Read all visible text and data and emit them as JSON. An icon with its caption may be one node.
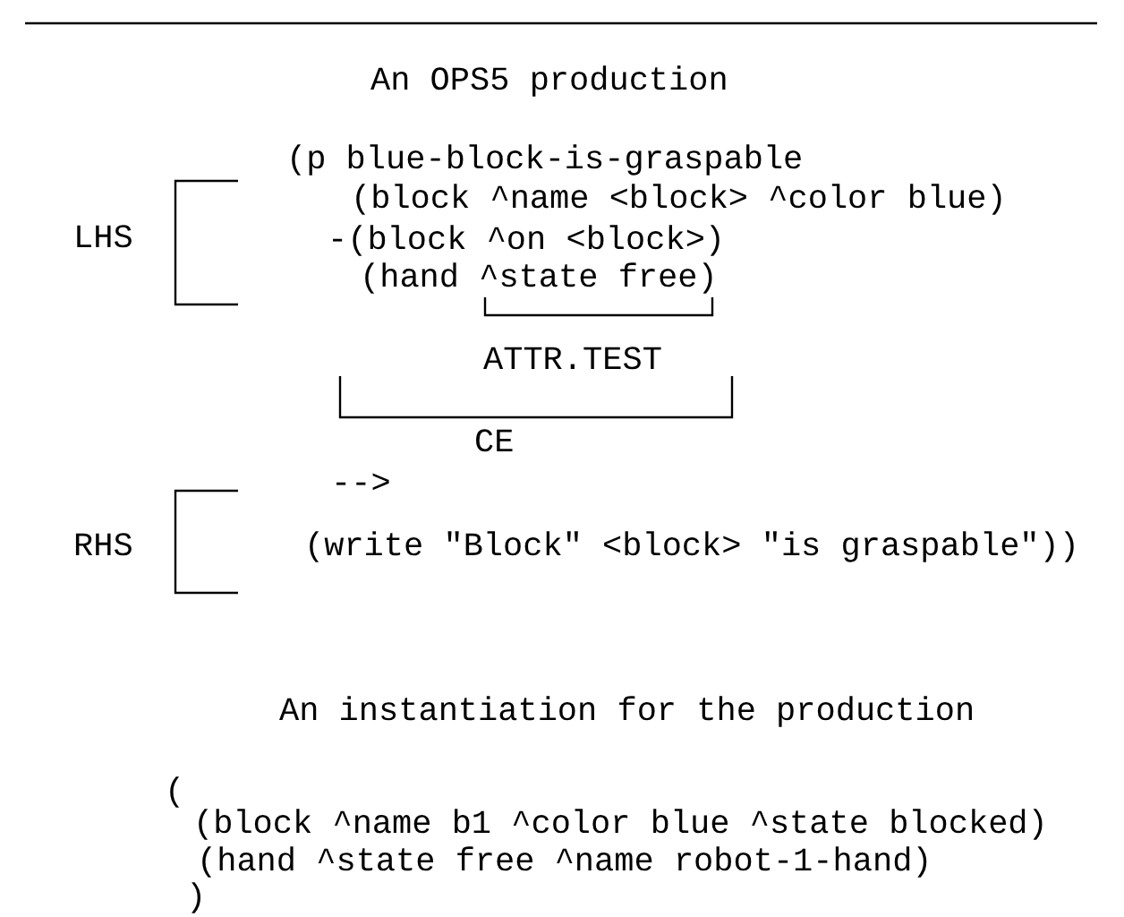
{
  "diagram": {
    "title": "An OPS5 production",
    "labels": [
      "(p blue-block-is-graspable",
      "LHS",
      "(block ^name <block> ^color blue)",
      "-(block ^on <block>)",
      "(hand ^state free)",
      "ATTR.TEST",
      "CE",
      "-->",
      "RHS",
      "(write \"Block\" <block> \"is graspable\"))",
      "An instantiation for the production",
      "(",
      "(block ^name b1 ^color blue ^state blocked)",
      "(hand ^state free ^name robot-1-hand)",
      ")"
    ]
  }
}
